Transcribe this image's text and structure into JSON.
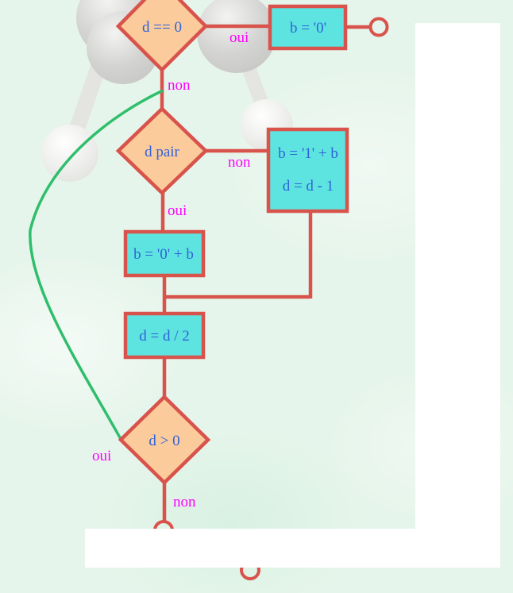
{
  "colors": {
    "background": "#E6F5EB",
    "connector_red": "#D8534B",
    "decision_fill": "#FBCB9C",
    "process_fill": "#5EE4E0",
    "node_text": "#2E62D8",
    "edge_label": "#FF00FF",
    "loop_green": "#2FBE6C",
    "overlay": "#FFFFFF"
  },
  "nodes": {
    "decision_d_eq_0": {
      "label": "d == 0"
    },
    "process_b_set_0": {
      "label": "b = '0'"
    },
    "decision_d_pair": {
      "label": "d pair"
    },
    "process_b_prepend_1": {
      "line1": "b = '1' + b",
      "line2": "d = d - 1"
    },
    "process_b_prepend_0": {
      "label": "b = '0' + b"
    },
    "process_d_halve": {
      "label": "d = d / 2"
    },
    "decision_d_gt_0": {
      "label": "d > 0"
    }
  },
  "edge_labels": {
    "d_eq_0_oui": "oui",
    "d_eq_0_non": "non",
    "d_pair_non": "non",
    "d_pair_oui": "oui",
    "d_gt_0_oui": "oui",
    "d_gt_0_non": "non"
  }
}
